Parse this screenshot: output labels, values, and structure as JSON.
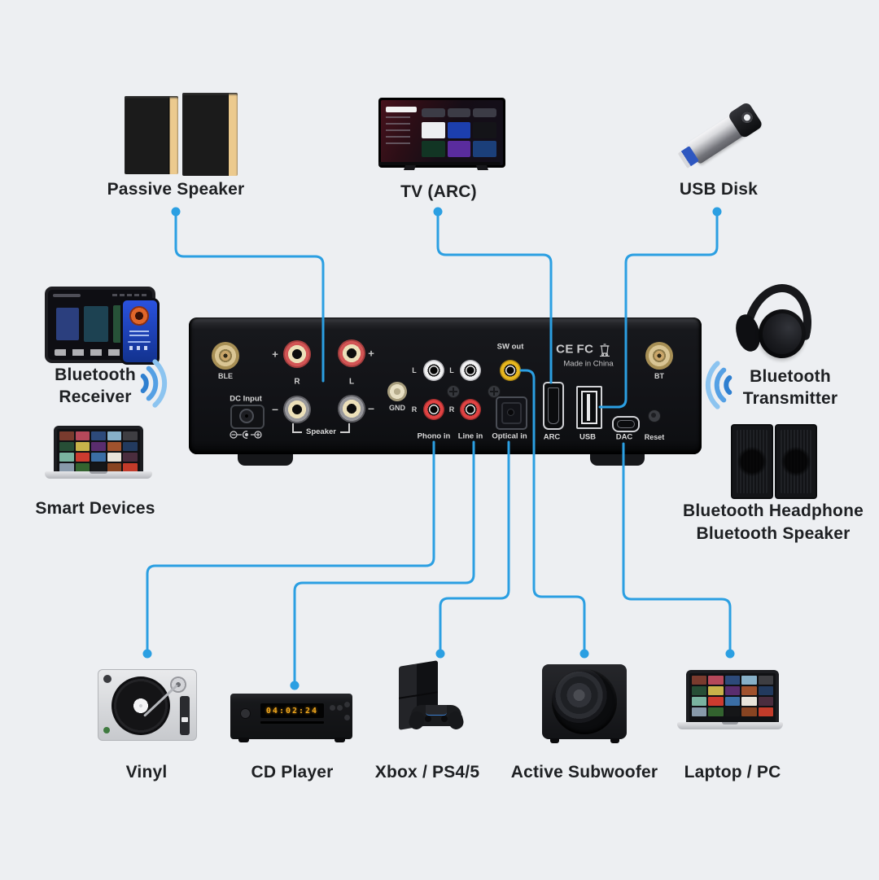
{
  "colors": {
    "background": "#edeff2",
    "connector": "#2b9fe2",
    "label_text": "#1e2023",
    "amp_body": "#121317",
    "panel_text": "#d9d9d9",
    "wood": "#ecca8e",
    "cd_display_amber": "#f0a81e"
  },
  "devices": {
    "passive_speaker": {
      "label": "Passive Speaker"
    },
    "tv": {
      "label": "TV (ARC)"
    },
    "usb_disk": {
      "label": "USB Disk"
    },
    "bluetooth_receiver": {
      "label_line1": "Bluetooth",
      "label_line2": "Receiver"
    },
    "smart_devices": {
      "label": "Smart Devices"
    },
    "bluetooth_transmitter": {
      "label_line1": "Bluetooth",
      "label_line2": "Transmitter"
    },
    "bluetooth_outputs": {
      "label_line1": "Bluetooth Headphone",
      "label_line2": "Bluetooth Speaker"
    },
    "vinyl": {
      "label": "Vinyl"
    },
    "cd_player": {
      "label": "CD Player",
      "display": "04:02:24"
    },
    "game_console": {
      "label": "Xbox / PS4/5"
    },
    "subwoofer": {
      "label": "Active Subwoofer"
    },
    "laptop": {
      "label": "Laptop / PC"
    }
  },
  "amplifier": {
    "ports": {
      "ble": "BLE",
      "bt": "BT",
      "dc_input": "DC Input",
      "gnd": "GND",
      "speaker_group": "Speaker",
      "phono": "Phono in",
      "line": "Line in",
      "optical": "Optical in",
      "sw_out": "SW out",
      "arc": "ARC",
      "usb": "USB",
      "dac": "DAC",
      "reset": "Reset"
    },
    "glyphs": {
      "plus": "+",
      "minus": "–",
      "l": "L",
      "r": "R"
    },
    "certifications": {
      "ce": "CE",
      "fcc": "FC"
    },
    "origin": "Made in China"
  },
  "connections": [
    {
      "from": "Passive Speaker",
      "to": "Speaker"
    },
    {
      "from": "TV (ARC)",
      "to": "ARC"
    },
    {
      "from": "USB Disk",
      "to": "USB"
    },
    {
      "from": "Vinyl",
      "to": "Phono in"
    },
    {
      "from": "CD Player",
      "to": "Line in"
    },
    {
      "from": "Xbox / PS4/5",
      "to": "Optical in"
    },
    {
      "from": "Active Subwoofer",
      "to": "SW out"
    },
    {
      "from": "Laptop / PC",
      "to": "DAC"
    },
    {
      "from": "Bluetooth Receiver",
      "to": "BLE",
      "wireless": true
    },
    {
      "from": "BT",
      "to": "Bluetooth Transmitter",
      "wireless": true
    }
  ],
  "decor": {
    "album_palette": [
      "#7a3b2e",
      "#b5485a",
      "#2d4a7a",
      "#87b0c8",
      "#3e3e42",
      "#274e36",
      "#c8b24a",
      "#5a2d6e",
      "#a0522d",
      "#223a5e",
      "#7ab3a0",
      "#cc3b2f",
      "#3b6ea5",
      "#e8e4da",
      "#4a2d3e",
      "#8899aa",
      "#33632f",
      "#151618",
      "#884422",
      "#c23b2a"
    ],
    "tv_tiles": [
      "#eceff1",
      "#1c3fae",
      "#141418",
      "#123524",
      "#5a2c9e",
      "#1b3f7a"
    ],
    "tablet_albums": [
      "#2b3f7e",
      "#1d4252",
      "#275238"
    ]
  }
}
